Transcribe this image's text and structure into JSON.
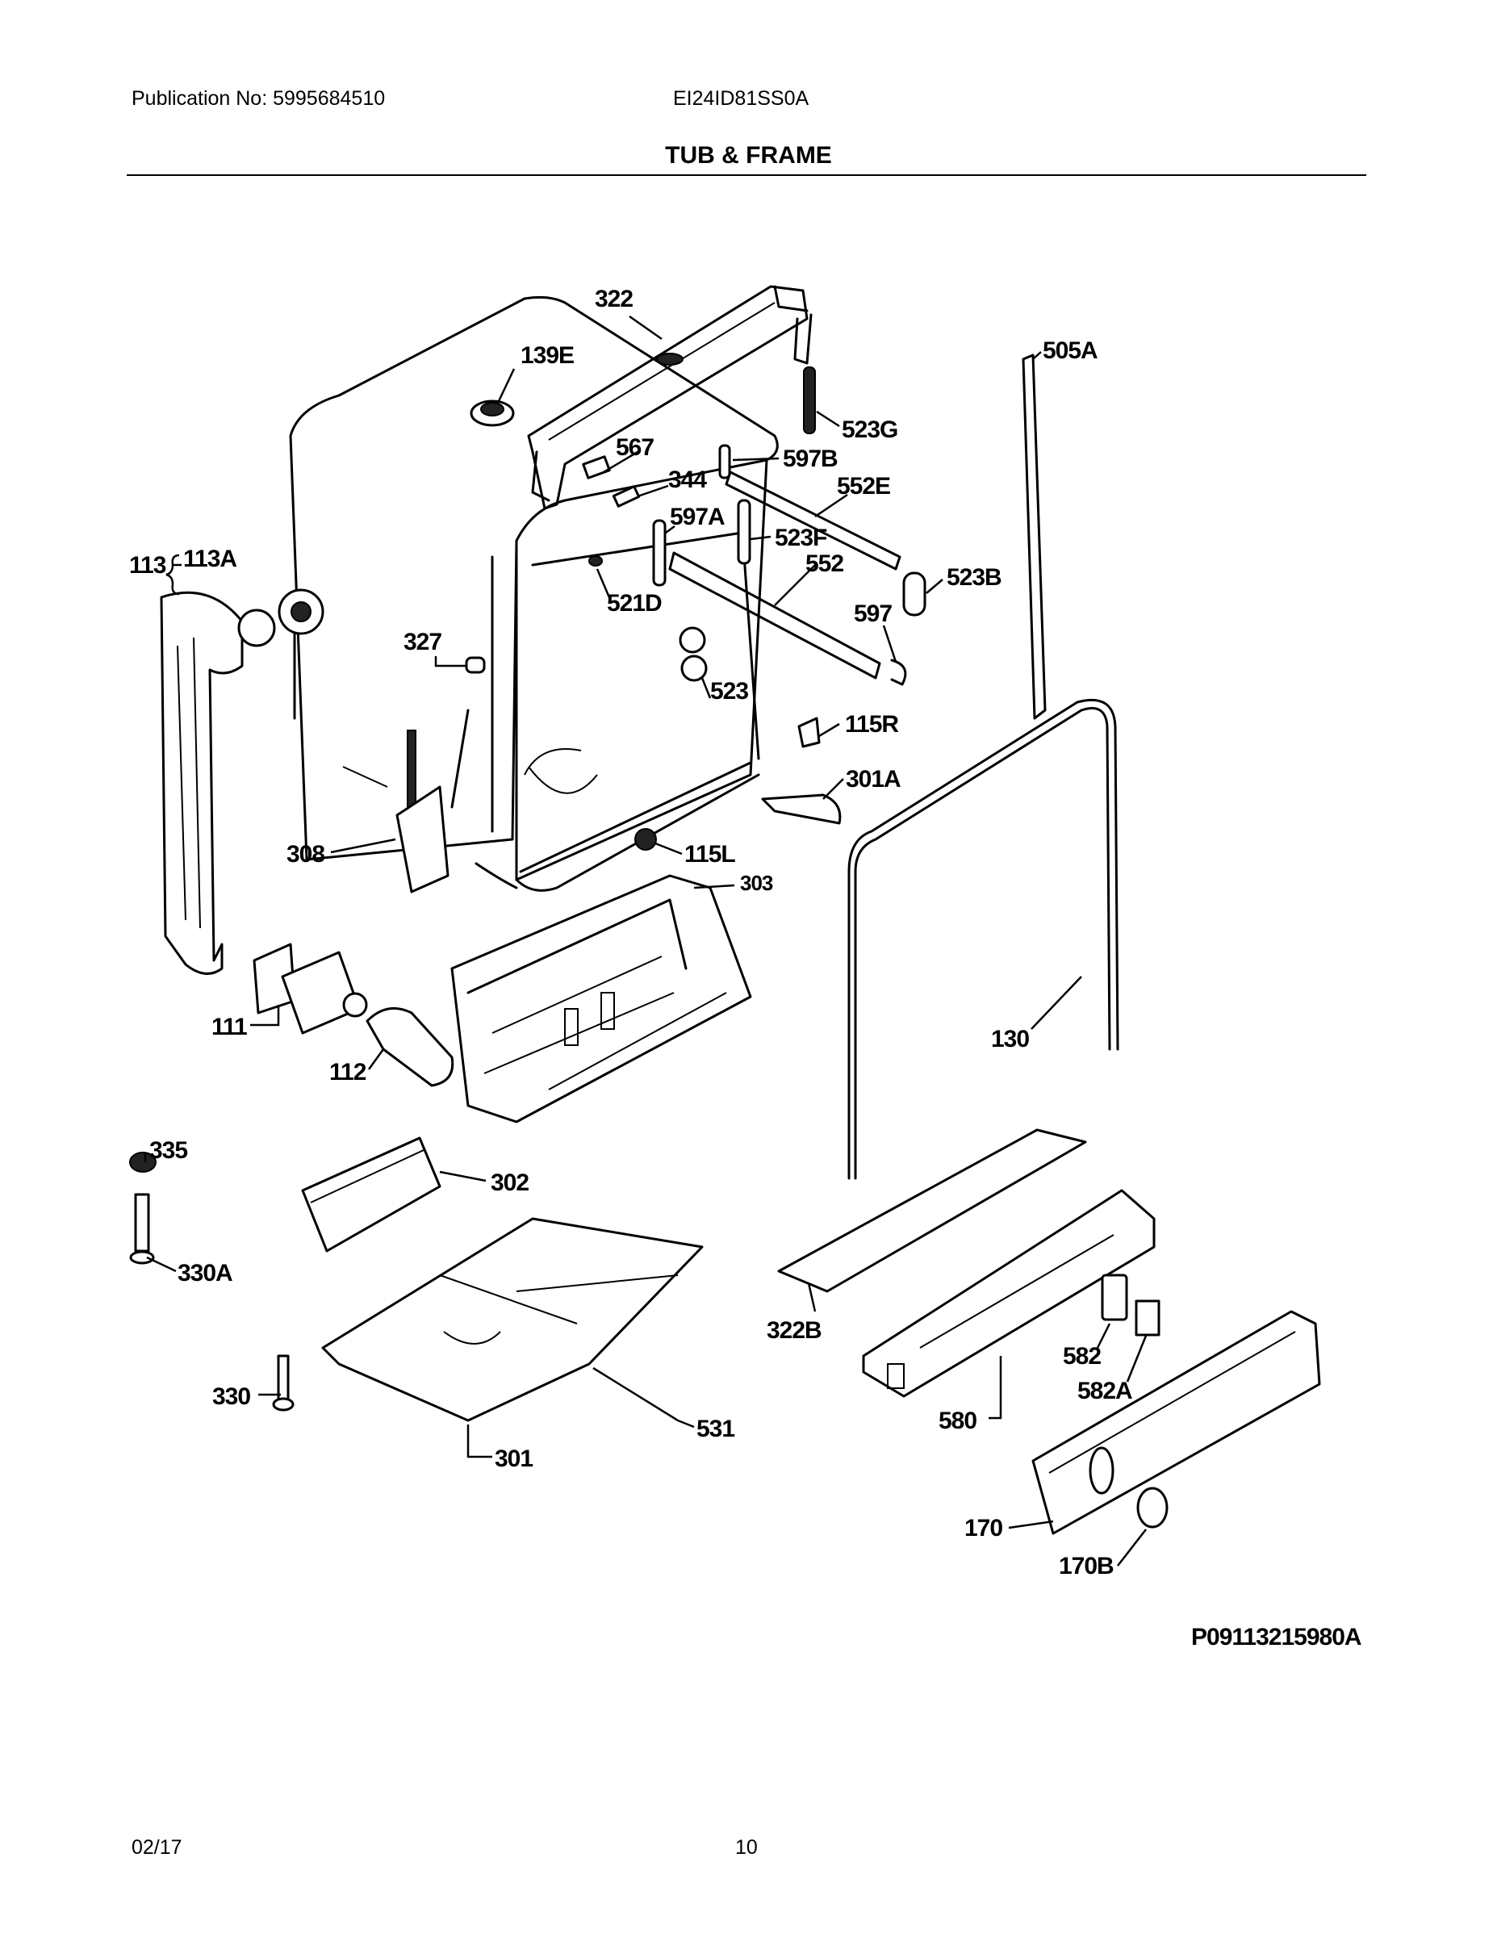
{
  "header": {
    "publication": "Publication No: 5995684510",
    "model": "EI24ID81SS0A",
    "title": "TUB & FRAME"
  },
  "callouts": [
    "322",
    "139E",
    "505A",
    "523G",
    "567",
    "597B",
    "344",
    "552E",
    "597A",
    "523F",
    "113",
    "113A",
    "552",
    "523B",
    "521D",
    "597",
    "327",
    "523",
    "115R",
    "301A",
    "308",
    "115L",
    "303",
    "111",
    "130",
    "112",
    "335",
    "302",
    "330A",
    "322B",
    "582",
    "582A",
    "330",
    "580",
    "531",
    "301",
    "170",
    "170B"
  ],
  "figure_number": "P09113215980A",
  "footer": {
    "date": "02/17",
    "page": "10"
  }
}
